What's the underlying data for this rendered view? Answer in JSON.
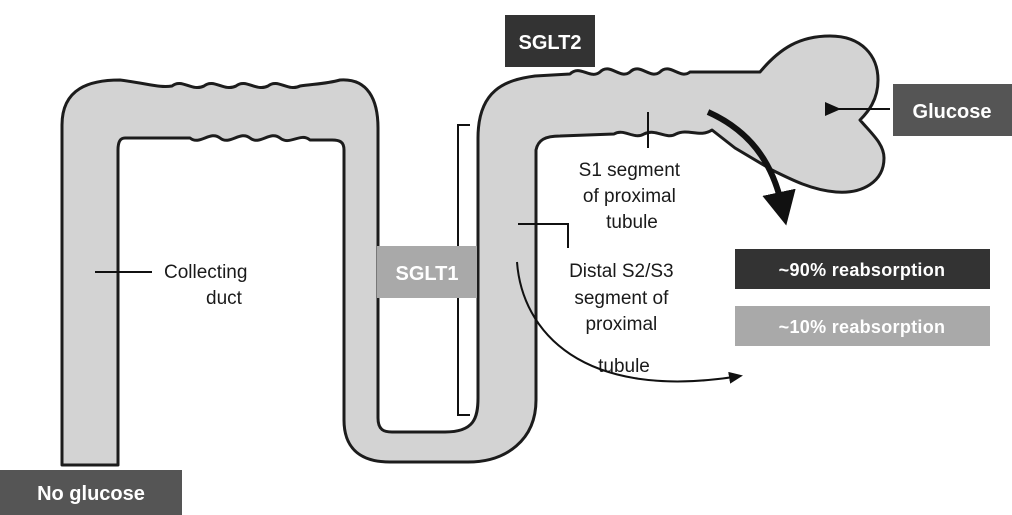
{
  "labels": {
    "sglt2": "SGLT2",
    "sglt1": "SGLT1",
    "glucose": "Glucose",
    "no_glucose": "No glucose",
    "collecting_duct": [
      "Collecting",
      "duct"
    ],
    "s1_segment": [
      "S1 segment",
      "of proximal",
      "tubule"
    ],
    "distal_segment": [
      "Distal S2/S3",
      "segment of",
      "proximal",
      "tubule"
    ],
    "reabsorption_90": "~90% reabsorption",
    "reabsorption_10": "~10% reabsorption"
  },
  "colors": {
    "dark_box": "#333333",
    "light_box": "#a9a9a9",
    "tubule_fill": "#d3d3d3",
    "outline": "#1c1c1c"
  }
}
